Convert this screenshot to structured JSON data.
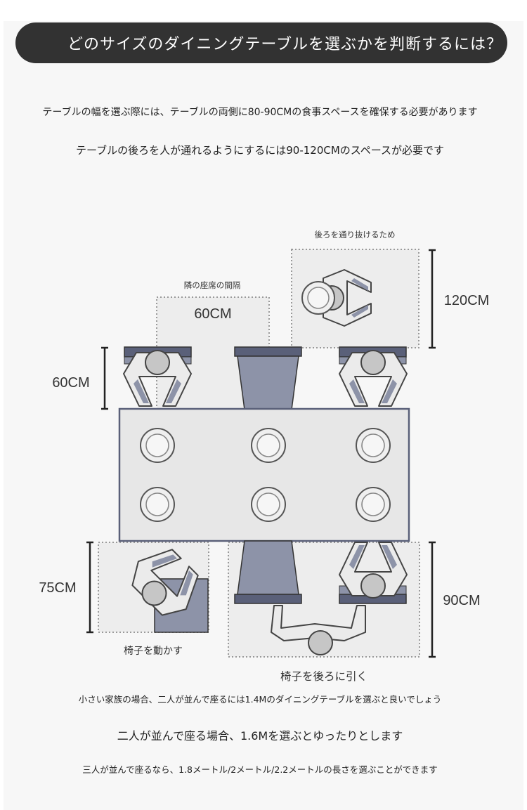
{
  "title": "どのサイズのダイニングテーブルを選ぶかを判断するには？",
  "intro_lines": [
    "テーブルの幅を選ぶ際には、テーブルの両側に80-90CMの食事スペースを確保する必要があります",
    "テーブルの後ろを人が通れるようにするには90-120CMのスペースが必要です"
  ],
  "diagram": {
    "labels": {
      "pass_behind": "後ろを通り抜けるため",
      "adjacent_spacing": "隣の座席の間隔",
      "move_chair": "椅子を動かす",
      "pull_chair_back": "椅子を後ろに引く"
    },
    "dimensions": {
      "adjacent_width": "60CM",
      "seat_depth": "60CM",
      "pass_space": "120CM",
      "move_chair_space": "75CM",
      "pull_back_space": "90CM"
    },
    "colors": {
      "table": "#e7e7e7",
      "chair_seat": "#8d93a8",
      "chair_back": "#5a6079",
      "person": "#c6c6c6",
      "plate": "#efefef",
      "dotted_box": "#9a9a9a"
    }
  },
  "outro_lines": [
    "小さい家族の場合、二人が並んで座るには1.4Mのダイニングテーブルを選ぶと良いでしょう",
    "二人が並んで座る場合、1.6Mを選ぶとゆったりとします",
    "三人が並んで座るなら、1.8メートル/2メートル/2.2メートルの長さを選ぶことができます"
  ]
}
